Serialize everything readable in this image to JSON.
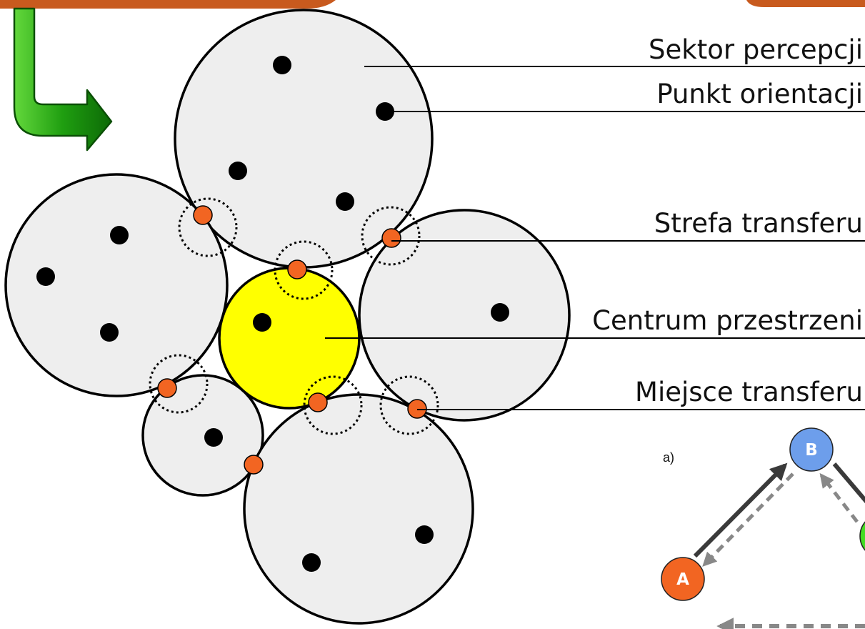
{
  "labels": {
    "sector": "Sektor percepcji",
    "orientation_point": "Punkt orientacji",
    "transfer_zone": "Strefa transferu",
    "center": "Centrum przestrzeni",
    "transfer_place": "Miejsce transferu"
  },
  "panel": {
    "label": "a)",
    "nodes": [
      "A",
      "B"
    ]
  },
  "colors": {
    "sector_fill": "#eeeeee",
    "center_fill": "#ffff00",
    "transfer_point": "#f26522",
    "arrow_icon": "#22a012",
    "node_a": "#f26522",
    "node_b": "#6d9eeb",
    "node_c": "#44dd22",
    "top_banner": "#c85a1e"
  },
  "icons": [
    "arrow-down-right-icon"
  ]
}
